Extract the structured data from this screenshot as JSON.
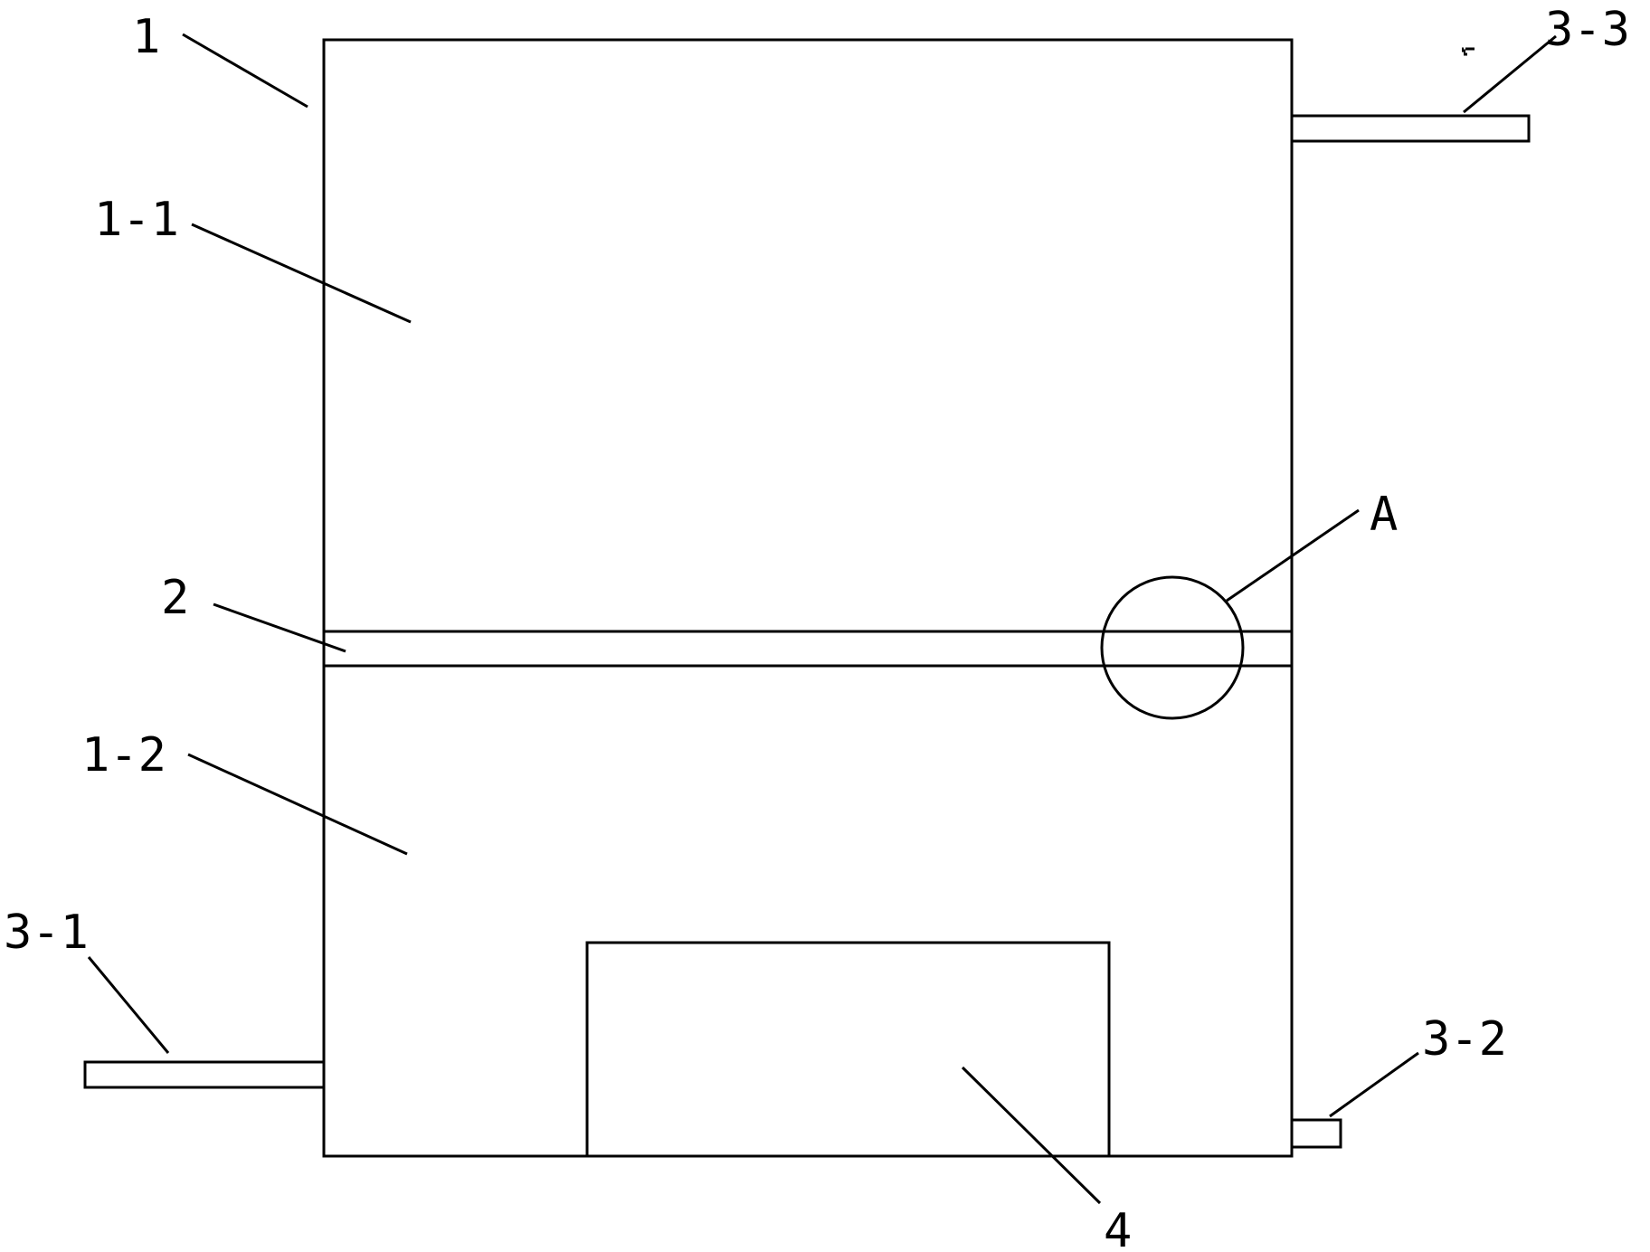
{
  "labels": {
    "housing": "1",
    "upper_chamber": "1-1",
    "lower_chamber": "1-2",
    "partition": "2",
    "pipe_left": "3-1",
    "pipe_bottom_right": "3-2",
    "pipe_top_right": "3-3",
    "base_block": "4",
    "detail_marker": "A"
  },
  "colors": {
    "stroke": "#000000",
    "background": "#ffffff"
  }
}
